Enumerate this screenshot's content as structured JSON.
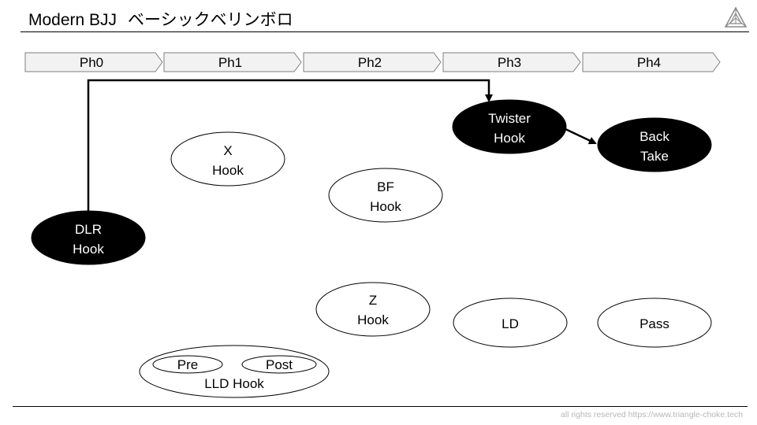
{
  "header": {
    "title": "Modern BJJ",
    "subtitle": "ベーシックベリンボロ"
  },
  "phases": [
    "Ph0",
    "Ph1",
    "Ph2",
    "Ph3",
    "Ph4"
  ],
  "nodes": {
    "dlr": [
      "DLR",
      "Hook"
    ],
    "x": [
      "X",
      "Hook"
    ],
    "bf": [
      "BF",
      "Hook"
    ],
    "twister": [
      "Twister",
      "Hook"
    ],
    "back": [
      "Back",
      "Take"
    ],
    "z": [
      "Z",
      "Hook"
    ],
    "ld": [
      "LD"
    ],
    "pass": [
      "Pass"
    ],
    "lld": {
      "label": "LLD Hook",
      "pre": "Pre",
      "post": "Post"
    }
  },
  "footer": {
    "text": "all rights reserved https://www.triangle-choke.tech"
  },
  "colors": {
    "phase_fill": "#f2f2f2",
    "highlight_fill": "#000000",
    "normal_fill": "#ffffff"
  }
}
